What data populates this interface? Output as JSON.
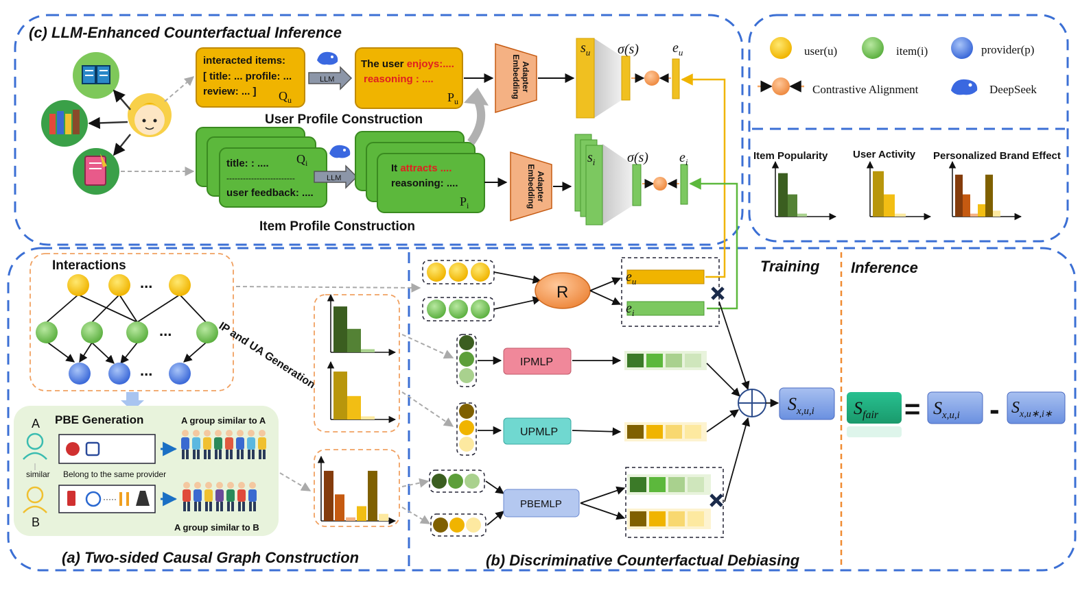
{
  "panels": {
    "c_title": "(c) LLM-Enhanced Counterfactual Inference",
    "a_title": "(a) Two-sided Causal Graph Construction",
    "b_title": "(b) Discriminative Counterfactual Debiasing",
    "training": "Training",
    "inference": "Inference"
  },
  "user_profile": {
    "query_lines": [
      "interacted items:",
      "[ title: ... profile: ...",
      "review: ... ]"
    ],
    "query_tag": "Q",
    "query_sub": "u",
    "llm": "LLM",
    "profile_lines_prefix": [
      "The user ",
      "reasoning : "
    ],
    "profile_lines_red": [
      "enjoys:....",
      "...."
    ],
    "profile_tag": "P",
    "profile_sub": "u",
    "caption": "User Profile Construction"
  },
  "item_profile": {
    "query_lines": [
      "title: : ....",
      "-------------------------",
      "user feedback: ...."
    ],
    "query_tag": "Q",
    "query_sub": "i",
    "llm": "LLM",
    "profile_lines_prefix": [
      "It "
    ],
    "profile_lines_red": [
      "attracts ....",
      "reasoning: ...."
    ],
    "profile_tag": "P",
    "profile_sub": "i",
    "caption": "Item Profile Construction"
  },
  "adapter_label": [
    "Embedding",
    "Adapter"
  ],
  "math": {
    "s_u": "s",
    "s_u_sub": "u",
    "s_i": "s",
    "s_i_sub": "i",
    "sigma": "σ(s)",
    "e_u": "e",
    "e_u_sub": "u",
    "e_i": "e",
    "e_i_sub": "i"
  },
  "legend": {
    "user": "user(u)",
    "item": "item(i)",
    "provider": "provider(p)",
    "contrastive": "Contrastive Alignment",
    "deepseek": "DeepSeek"
  },
  "bias_titles": [
    "Item Popularity",
    "User Activity",
    "Personalized Brand Effect"
  ],
  "graph": {
    "interactions": "Interactions",
    "ellipsis": "...",
    "ip_ua": "IP and UA Generation",
    "pbe_title": "PBE Generation",
    "label_a": "A",
    "label_b": "B",
    "similar": "similar",
    "belong": "Belong to the same provider",
    "group_a": "A group similar to A",
    "group_b": "A group similar to B"
  },
  "debias": {
    "r_label": "R",
    "eu_label": "e",
    "eu_sub": "u",
    "ei_label": "e",
    "ei_sub": "i",
    "ipmlp": "IPMLP",
    "upmlp": "UPMLP",
    "pbemlp": "PBEMLP",
    "s_xui": "S",
    "s_xui_sub": "x,u,i",
    "s_fair": "S",
    "s_fair_sub": "fair",
    "eq": "=",
    "minus": "-",
    "s_xui2": "S",
    "s_xui2_sub": "x,u,i",
    "s_cf": "S",
    "s_cf_sub": "x,u∗,i∗"
  },
  "chart_data": [
    {
      "type": "bar",
      "title": "Item Popularity",
      "values": [
        0.88,
        0.45,
        0.06
      ],
      "colors": [
        "#3b5e20",
        "#548235",
        "#a9d18e"
      ]
    },
    {
      "type": "bar",
      "title": "User Activity",
      "values": [
        0.92,
        0.45,
        0.06
      ],
      "colors": [
        "#b8960c",
        "#f2be14",
        "#fde9a0"
      ]
    },
    {
      "type": "bar",
      "title": "Personalized Brand Effect",
      "values": [
        0.85,
        0.45,
        0.06,
        0.25,
        0.85,
        0.12
      ],
      "colors": [
        "#843c0c",
        "#c55a11",
        "#f4b183",
        "#f2be14",
        "#7f6000",
        "#fde9a0"
      ]
    }
  ],
  "colors": {
    "user": "#f5c518",
    "item": "#70c050",
    "provider": "#4a7ae0",
    "contrastive": "#f4a460",
    "frame": "#3b6fd4",
    "dashed_orange": "#f0a060"
  }
}
